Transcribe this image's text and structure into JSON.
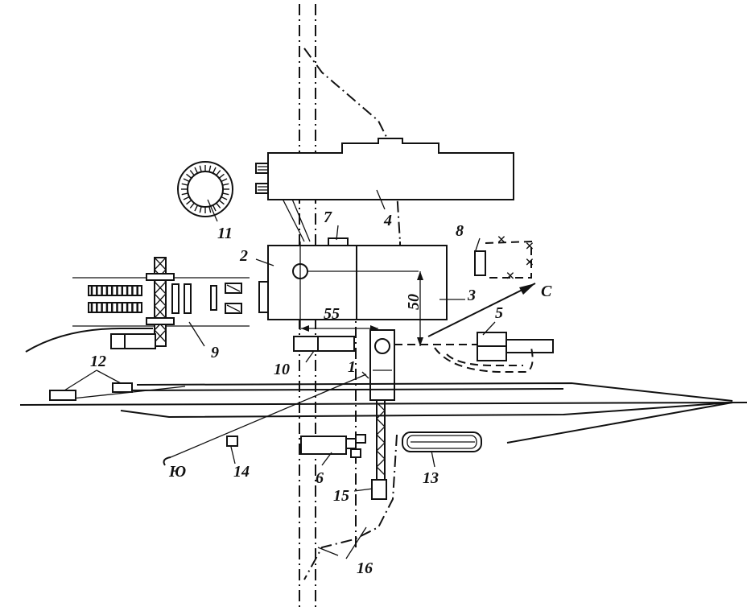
{
  "labels": {
    "l1": "1",
    "l2": "2",
    "l3": "3",
    "l4": "4",
    "l5": "5",
    "l6": "6",
    "l7": "7",
    "l8": "8",
    "l9": "9",
    "l10": "10",
    "l11": "11",
    "l12": "12",
    "l13": "13",
    "l14": "14",
    "l15": "15",
    "l16": "16"
  },
  "dimensions": {
    "d55": "55",
    "d50": "50"
  },
  "directions": {
    "north": "С",
    "south": "Ю"
  }
}
